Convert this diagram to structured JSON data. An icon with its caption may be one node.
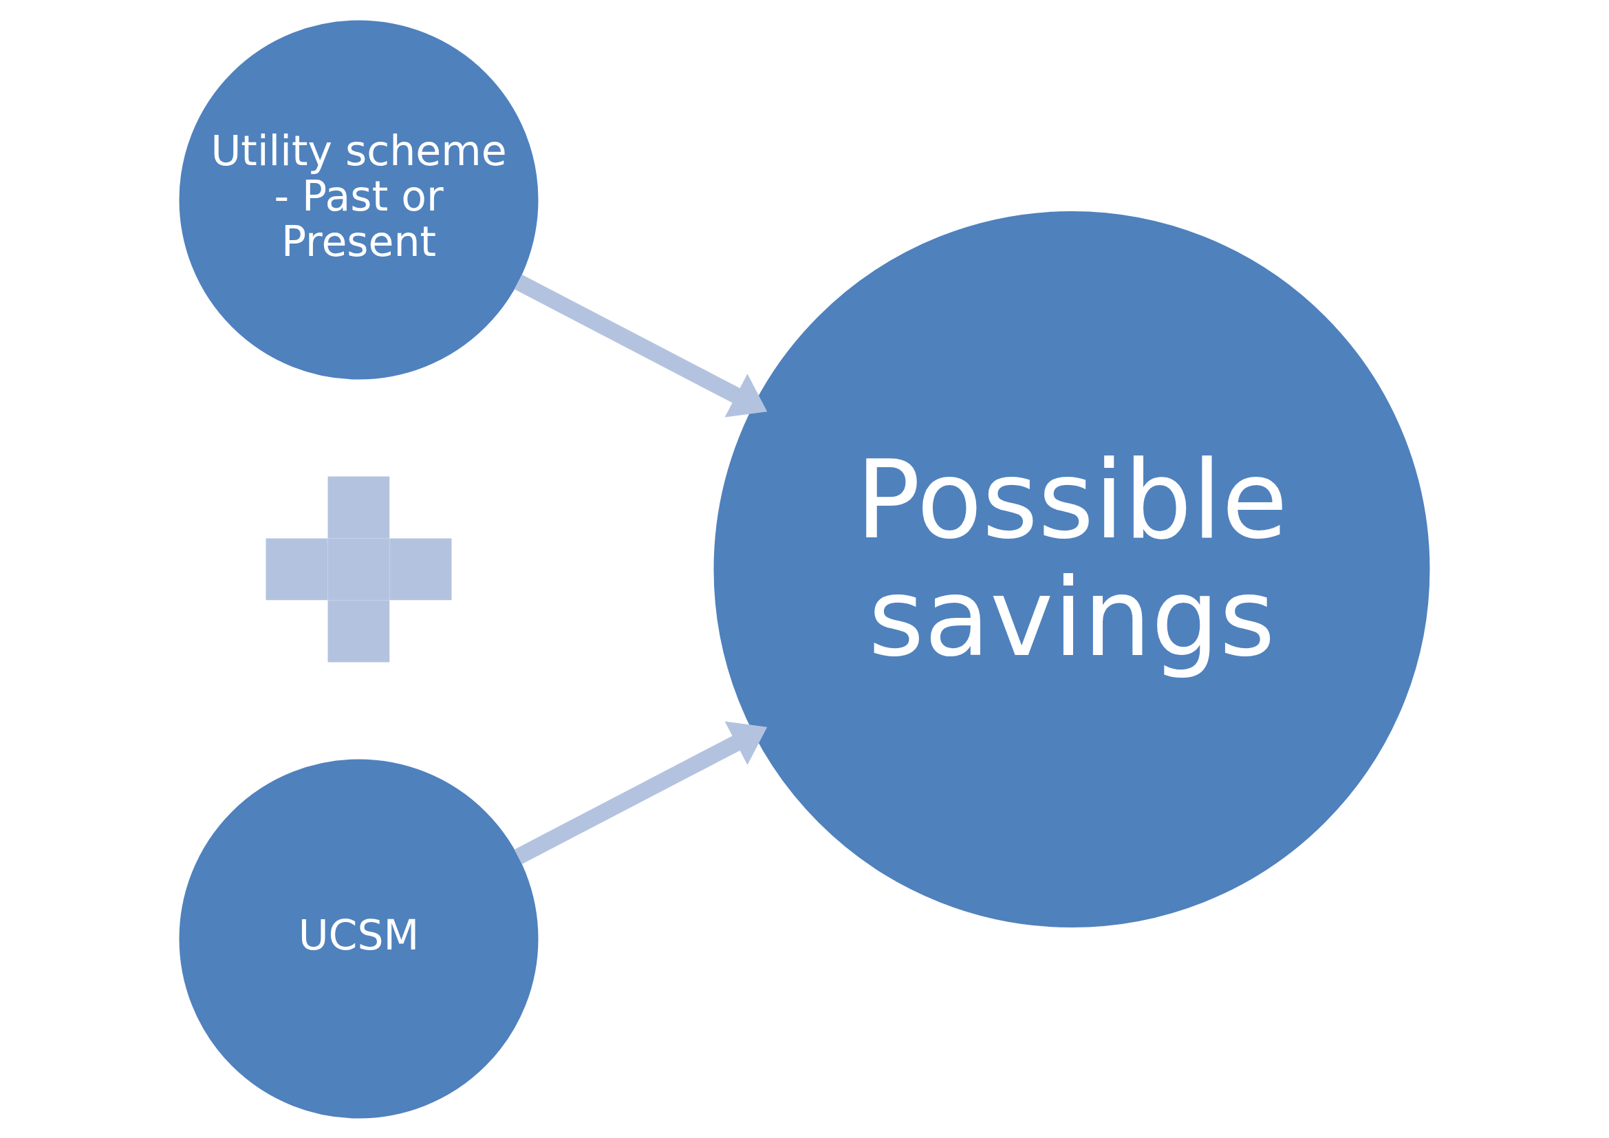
{
  "diagram": {
    "nodes": [
      {
        "text": [
          "Utility scheme - Past or Present"
        ]
      },
      {
        "text": [],
        "shape": "plus"
      },
      {
        "text": [
          "UCSM"
        ]
      },
      {
        "text": [
          "Possible savings"
        ]
      }
    ],
    "edges": [
      {
        "from": 0,
        "to": 3,
        "arrow": "to"
      },
      {
        "from": 2,
        "to": 3,
        "arrow": "to"
      }
    ]
  }
}
